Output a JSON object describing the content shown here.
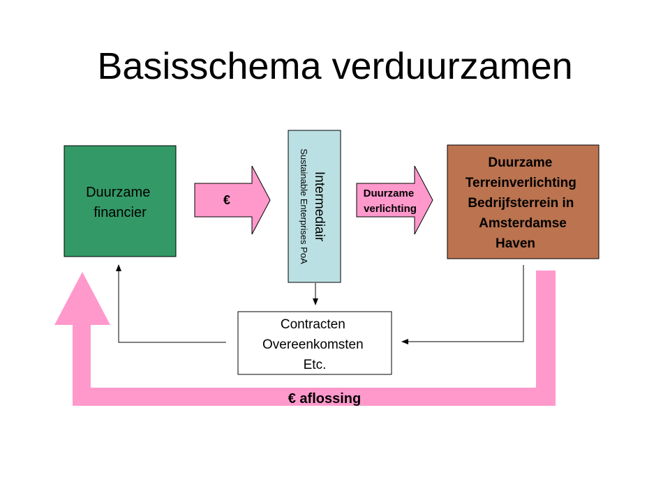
{
  "title": "Basisschema verduurzamen",
  "financier": {
    "line1": "Duurzame",
    "line2": "financier"
  },
  "arrow_money": {
    "label": "€"
  },
  "intermediair": {
    "title": "Intermediair",
    "subtitle": "Sustainable Enterprises PoA"
  },
  "arrow_lighting": {
    "line1": "Duurzame",
    "line2": "verlichting"
  },
  "project": {
    "line1": "Duurzame",
    "line2": "Terreinverlichting",
    "line3": "Bedrijfsterrein in",
    "line4": "Amsterdamse",
    "line5": "Haven"
  },
  "contracts": {
    "line1": "Contracten",
    "line2": "Overeenkomsten",
    "line3": "Etc."
  },
  "repayment": {
    "label": "€ aflossing"
  },
  "colors": {
    "financier": "#339966",
    "intermediair": "#bbe0e3",
    "project": "#bb7350",
    "pink_arrow": "#ff99cc"
  }
}
